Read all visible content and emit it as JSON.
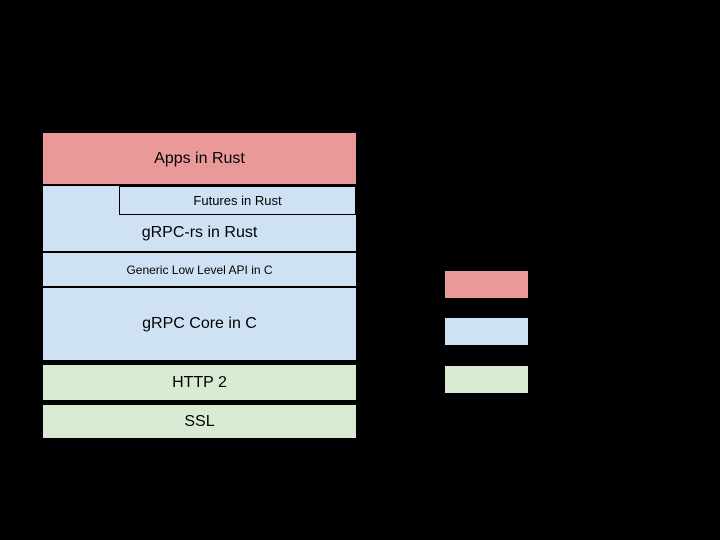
{
  "slide": {
    "background": "#000000",
    "text_color": "#000000",
    "border_color": "#000000"
  },
  "stack": {
    "layers": {
      "apps": {
        "label": "Apps in Rust",
        "color": "#ea9999"
      },
      "futures": {
        "label": "Futures in Rust",
        "color": "#cfe2f3"
      },
      "grpc_rs": {
        "label": "gRPC-rs in Rust",
        "color": "#cfe2f3"
      },
      "low_level_api": {
        "label": "Generic Low Level API in C",
        "color": "#cfe2f3"
      },
      "grpc_core": {
        "label": "gRPC Core in C",
        "color": "#cfe2f3"
      },
      "http2": {
        "label": "HTTP 2",
        "color": "#d9ead3"
      },
      "ssl": {
        "label": "SSL",
        "color": "#d9ead3"
      }
    }
  },
  "legend": {
    "swatches": [
      {
        "color": "#ea9999"
      },
      {
        "color": "#cfe2f3"
      },
      {
        "color": "#d9ead3"
      }
    ]
  }
}
